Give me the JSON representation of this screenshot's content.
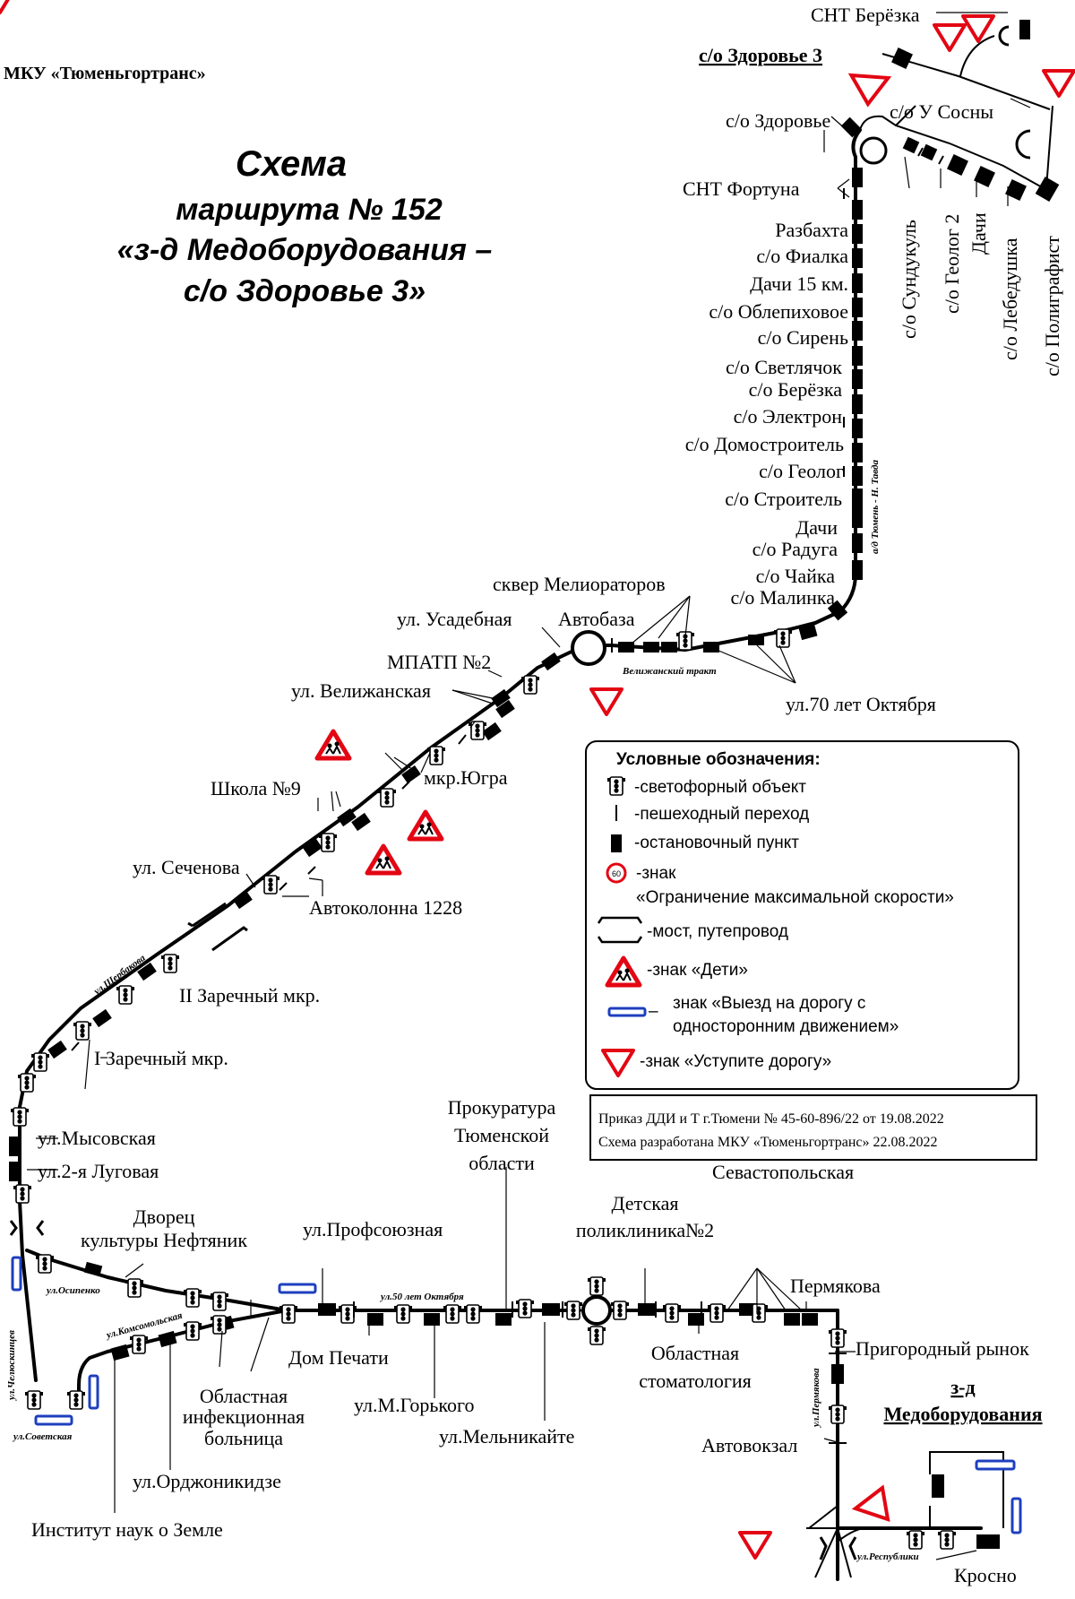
{
  "org": "МКУ «Тюменьгортранс»",
  "title": {
    "line1": "Схема",
    "line2": "маршрута № 152",
    "line3": "«з-д Медоборудования –",
    "line4": "с/о Здоровье 3»"
  },
  "legend": {
    "heading": "Условные обозначения:",
    "items": {
      "traffic_light": "-светофорный объект",
      "crossing": "-пешеходный переход",
      "stop": "-остановочный пункт",
      "speed_sign_1": "-знак",
      "speed_sign_2": "«Ограничение максимальной скорости»",
      "speed_value": "60",
      "bridge": "-мост, путепровод",
      "children": "-знак «Дети»",
      "oneway_dash": "–",
      "oneway_1": "знак «Выезд на дорогу с",
      "oneway_2": "односторонним движением»",
      "yield": "-знак «Уступите дорогу»"
    }
  },
  "order": {
    "line1": "Приказ ДДИ и Т г.Тюмени № 45-60-896/22 от 19.08.2022",
    "line2": "Схема разработана МКУ «Тюменьгортранс» 22.08.2022"
  },
  "stops": {
    "snt_berezka": "СНТ Берёзка",
    "zdorovye3": "с/о Здоровье 3",
    "u_sosny": "с/о У Сосны",
    "zdorovye": "с/о Здоровье",
    "snt_fortuna": "СНТ Фортуна",
    "razbakhta": "Разбахта",
    "fialka": "с/о Фиалка",
    "dachi15": "Дачи 15 км.",
    "oblepikhovoe": "с/о Облепиховое",
    "siren": "с/о Сирень",
    "svetlyachok": "с/о Светлячок",
    "berezka": "с/о Берёзка",
    "elektron": "с/о Электрон",
    "domostroitel": "с/о Домостроитель",
    "geolog": "с/о Геолог",
    "stroitel": "с/о Строитель",
    "dachi_a": "Дачи",
    "raduga": "с/о Радуга",
    "chayka": "с/о Чайка",
    "malinka": "с/о Малинка",
    "sundukul": "с/о Сундукуль",
    "geolog2": "с/о Геолог 2",
    "dachi_b": "Дачи",
    "lebedushka": "с/о Лебедушка",
    "poligrafist": "с/о Полиграфист",
    "skver": "сквер Мелиораторов",
    "avtobaza": "Автобаза",
    "usadebnaya": "ул. Усадебная",
    "mpatp": "МПАТП №2",
    "velizhanskaya": "ул. Велижанская",
    "70_let": "ул.70 лет Октября",
    "yugra": "мкр.Югра",
    "shkola9": "Школа №9",
    "sechenova": "ул. Сеченова",
    "avtokolonna": "Автоколонна 1228",
    "zarechny2": "II Заречный мкр.",
    "zarechny1": "I Заречный мкр.",
    "mysovskaya": "ул.Мысовская",
    "lugovaya": "ул.2-я Луговая",
    "dvorets1": "Дворец",
    "dvorets2": "культуры Нефтяник",
    "profsoyuznaya": "ул.Профсоюзная",
    "prokuratura1": "Прокуратура",
    "prokuratura2": "Тюменской",
    "prokuratura3": "области",
    "detskaya1": "Детская",
    "detskaya2": "поликлиника№2",
    "sevastopolskaya": "Севастопольская",
    "permyakova": "Пермякова",
    "prigorodny": "Пригородный рынок",
    "zavod1": "з-д",
    "zavod2": "Медоборудования",
    "avtovokzal": "Автовокзал",
    "krosno": "Кросно",
    "dom_pechati": "Дом Печати",
    "oblastnaya_stom1": "Областная",
    "oblastnaya_stom2": "стоматология",
    "gorkogo": "ул.М.Горького",
    "melnikayte": "ул.Мельникайте",
    "infek1": "Областная",
    "infek2": "инфекционная",
    "infek3": "больница",
    "ordzhonikidze": "ул.Орджоникидзе",
    "institut": "Институт наук о Земле"
  },
  "streets": {
    "velizhansky": "Велижанский тракт",
    "tyumen_tavda": "а/д Тюмень - Н. Тавда",
    "shcherbakova": "ул.Щербакова",
    "osipenko": "ул.Осипенко",
    "komsomolskaya": "ул.Комсомольская",
    "chelyuskintsev": "ул.Челюскинцев",
    "sovetskaya": "ул.Советская",
    "50_let": "ул.50 лет Октября",
    "permyakova_st": "ул.Пермякова",
    "respubliki": "ул.Республики"
  },
  "colors": {
    "sign_red": "#e30613",
    "oneway_blue": "#1e3fbf",
    "route": "#000000"
  }
}
